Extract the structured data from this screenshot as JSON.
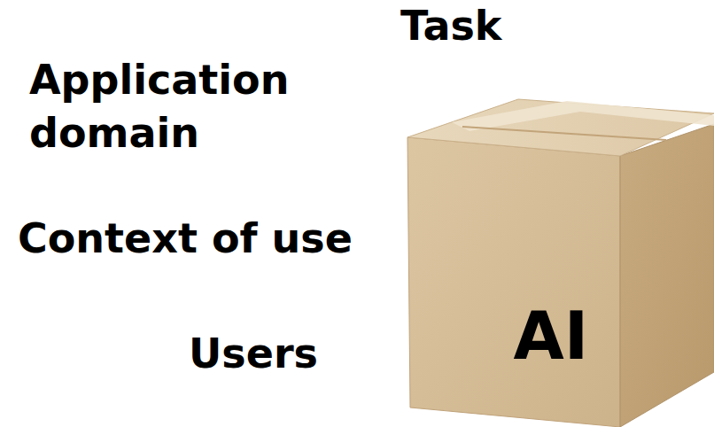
{
  "diagram": {
    "nodes": [
      {
        "text": [
          "AI"
        ]
      }
    ],
    "labels": [
      "Task",
      "Application domain",
      "Context of use",
      "Users"
    ]
  }
}
